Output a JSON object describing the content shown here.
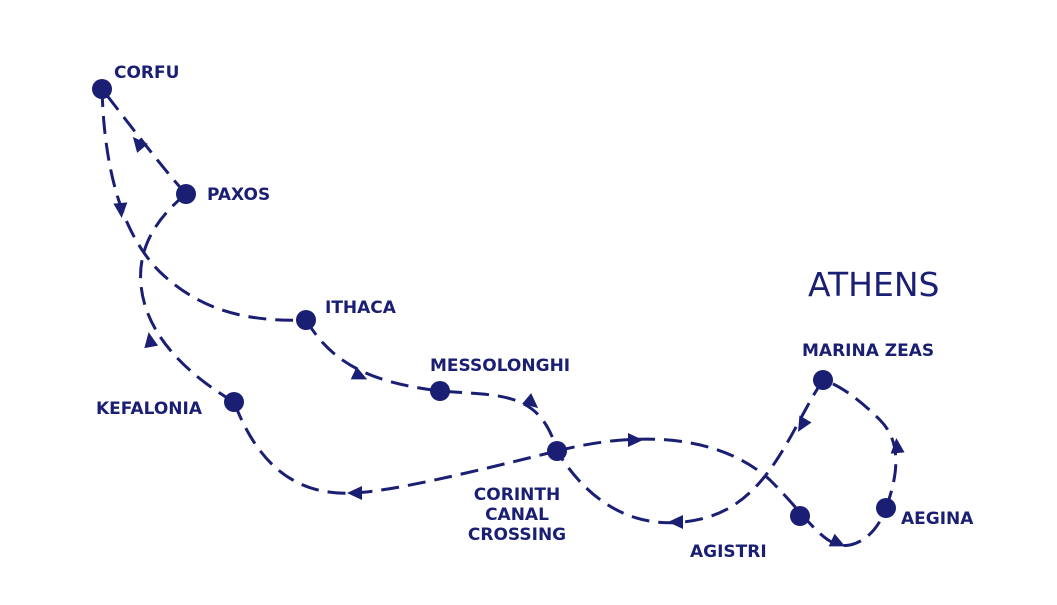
{
  "colors": {
    "route": "#1a1f73",
    "background": "#ffffff"
  },
  "map": {
    "city": "ATHENS",
    "stops": [
      {
        "id": "corfu",
        "label": "CORFU"
      },
      {
        "id": "paxos",
        "label": "PAXOS"
      },
      {
        "id": "ithaca",
        "label": "ITHACA"
      },
      {
        "id": "messolonghi",
        "label": "MESSOLONGHI"
      },
      {
        "id": "kefalonia",
        "label": "KEFALONIA"
      },
      {
        "id": "corinth",
        "label_lines": [
          "CORINTH",
          "CANAL",
          "CROSSING"
        ]
      },
      {
        "id": "agistri",
        "label": "AGISTRI"
      },
      {
        "id": "aegina",
        "label": "AEGINA"
      },
      {
        "id": "marina-zeas",
        "label": "MARINA ZEAS"
      }
    ]
  }
}
